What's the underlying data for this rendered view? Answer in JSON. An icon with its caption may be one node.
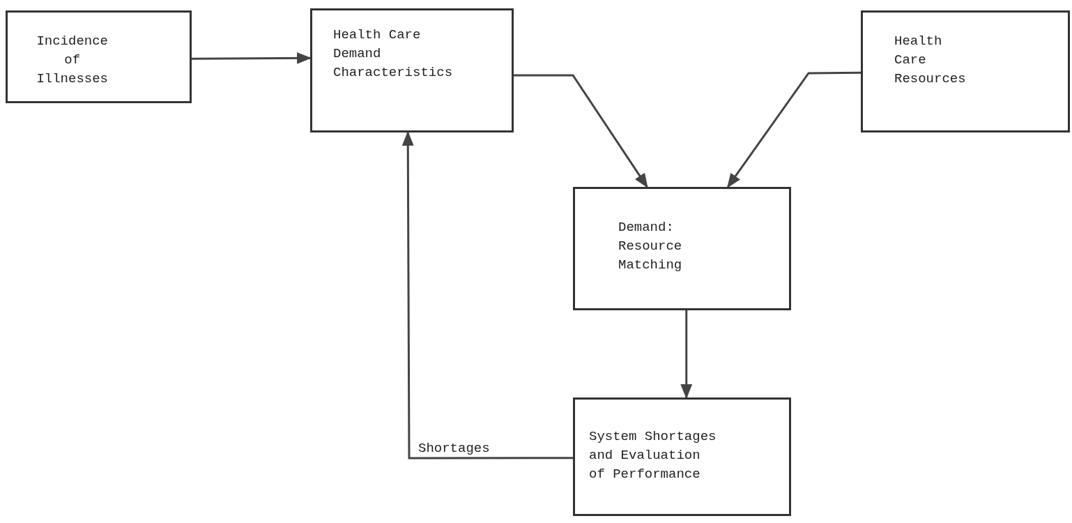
{
  "diagram": {
    "nodes": [
      {
        "text": [
          "Incidence of Illnesses"
        ]
      },
      {
        "text": [
          "Health Care Demand Characteristics"
        ]
      },
      {
        "text": [
          "Health Care Resources"
        ]
      },
      {
        "text": [
          "Demand: Resource Matching"
        ]
      },
      {
        "text": [
          "System Shortages and Evaluation of Performance"
        ]
      }
    ],
    "edges": [
      {
        "from": 0,
        "to": 1,
        "arrow": "to"
      },
      {
        "from": 1,
        "to": 3,
        "arrow": "to"
      },
      {
        "from": 2,
        "to": 3,
        "arrow": "to"
      },
      {
        "from": 3,
        "to": 4,
        "arrow": "to"
      },
      {
        "from": 4,
        "to": 1,
        "arrow": "to",
        "label": "Shortages"
      }
    ]
  }
}
